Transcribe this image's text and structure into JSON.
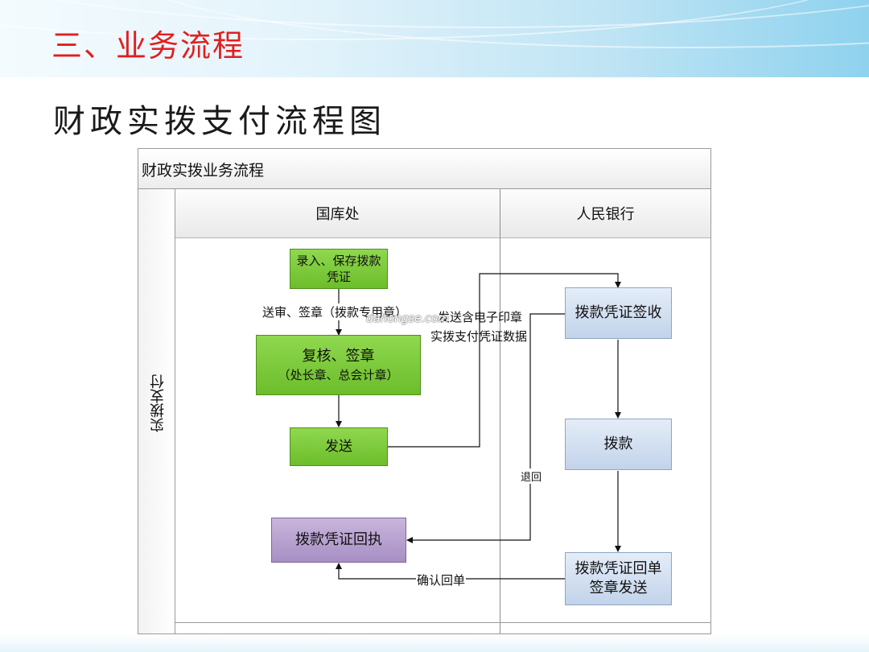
{
  "slide": {
    "section_title": "三、业务流程",
    "title": "财政实拨支付流程图"
  },
  "diagram": {
    "pool_title": "财政实拨业务流程",
    "lane_label": "实拨支付",
    "lanes": [
      "国库处",
      "人民银行"
    ],
    "nodes": {
      "n1": [
        "录入、保存拨款",
        "凭证"
      ],
      "n2": [
        "复核、签章",
        "（处长章、总会计章）"
      ],
      "n3": [
        "发送"
      ],
      "n4": [
        "拨款凭证回执"
      ],
      "n5": [
        "拨款凭证签收"
      ],
      "n6": [
        "拨款"
      ],
      "n7": [
        "拨款凭证回单",
        "签章发送"
      ]
    },
    "edge_labels": {
      "e1": "送审、签章（拨款专用章）",
      "e2_line1": "发送含电子印章",
      "e2_line2": "实拨支付凭证数据",
      "e3": "退回",
      "e4": "确认回单"
    },
    "watermark": "dahongse.com",
    "colors": {
      "green": "#7ac93a",
      "blue": "#d3e1f2",
      "purple": "#b8a2d0",
      "title_red": "#e02020"
    }
  }
}
